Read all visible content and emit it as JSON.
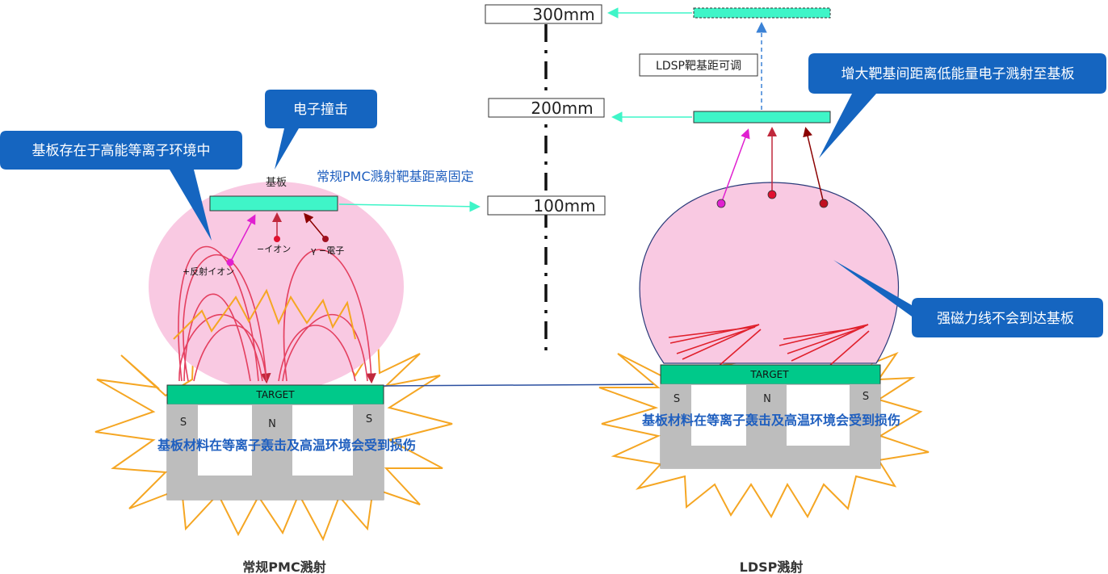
{
  "left": {
    "callout_substrate_env": "基板存在于高能等离子环境中",
    "callout_electron": "电子撞击",
    "substrate_label": "基板",
    "fixed_distance": "常规PMC溅射靶基距离固定",
    "plus_ion": "+反射イオン",
    "minus_ion": "−イオン",
    "gamma_electron": "γ −電子",
    "target": "TARGET",
    "magnet_s1": "S",
    "magnet_n": "N",
    "magnet_s2": "S",
    "damage_text": "基板材料在等离子轰击及高温环境会受到损伤",
    "caption": "常规PMC溅射"
  },
  "scale": {
    "mm300": "300mm",
    "mm200": "200mm",
    "mm100": "100mm"
  },
  "right": {
    "adjustable": "LDSP靶基距可调",
    "callout_increase": "增大靶基间距离低能量电子溅射至基板",
    "callout_magnetic": "强磁力线不会到达基板",
    "target": "TARGET",
    "magnet_s1": "S",
    "magnet_n": "N",
    "magnet_s2": "S",
    "damage_text": "基板材料在等离子轰击及高温环境会受到损伤",
    "caption": "LDSP溅射"
  },
  "colors": {
    "callout_blue": "#1565c0",
    "plasma_pink": "#f9c9e2",
    "substrate_cyan": "#3ff5c8",
    "target_green": "#00c98a",
    "magnet_gray": "#bdbdbd",
    "spark_orange": "#f5a623",
    "text_blue": "#1f5fbf"
  }
}
